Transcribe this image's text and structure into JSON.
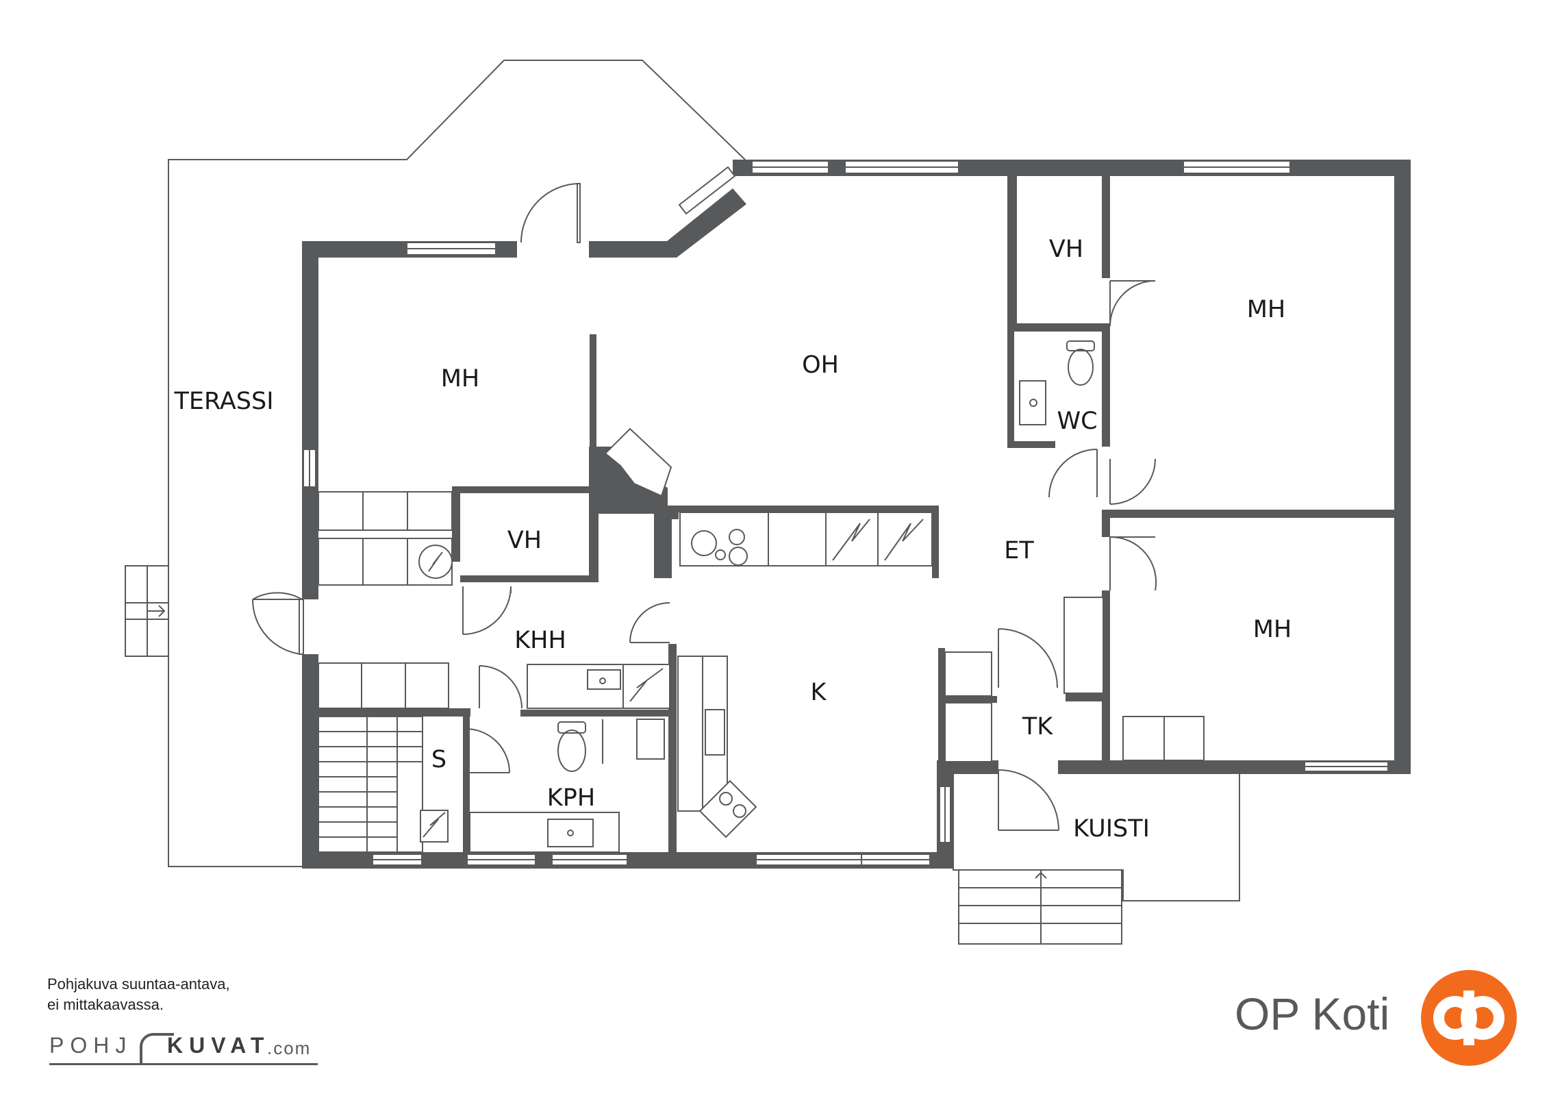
{
  "rooms": {
    "terassi": "TERASSI",
    "mh_west": "MH",
    "oh": "OH",
    "vh_north": "VH",
    "mh_northeast": "MH",
    "wc": "WC",
    "vh_center": "VH",
    "et": "ET",
    "khh": "KHH",
    "mh_east": "MH",
    "k": "K",
    "tk": "TK",
    "s": "S",
    "kph": "KPH",
    "kuisti": "KUISTI"
  },
  "footer": {
    "note_line1": "Pohjakuva suuntaa-antava,",
    "note_line2": "ei mittakaavassa.",
    "pohjakuvat_left": "POHJ",
    "pohjakuvat_right": "KUVAT",
    "pohjakuvat_suffix": ".com",
    "brand": "OP Koti"
  },
  "colors": {
    "wall": "#58595b",
    "brand_orange": "#f26b1d",
    "label": "#1a1a1a"
  },
  "icons": [
    "door-swing-icon",
    "window-icon",
    "toilet-icon",
    "sink-icon",
    "stove-icon",
    "stair-icon",
    "op-logo-icon"
  ]
}
